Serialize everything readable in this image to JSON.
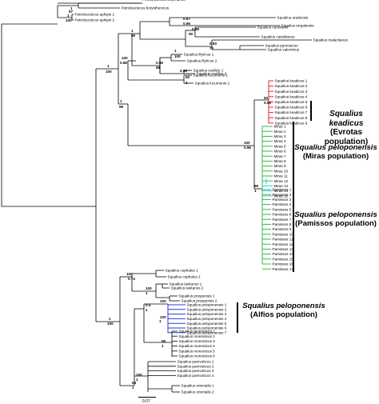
{
  "groups": [
    {
      "name": "Squalius keadicus",
      "population": "(Evrotas population)"
    },
    {
      "name": "Squalius peloponensis",
      "population": "(Miras population)"
    },
    {
      "name": "Squalius peloponensis",
      "population": "(Pamissos population)"
    },
    {
      "name": "Squalius peloponensis",
      "population": "(Alfios population)"
    }
  ],
  "scale_label": "0.07",
  "support_values": [
    "1",
    "97",
    "1",
    "100",
    "1",
    "100",
    "1",
    "100",
    "1",
    "99",
    "1",
    "99",
    "0.96",
    "68",
    "0.97",
    "0.96",
    "0.98",
    "90",
    "0.93",
    "70",
    "1",
    "100",
    "0.98",
    "100",
    "0.88",
    "60",
    "1",
    "100",
    "0.96",
    "93",
    "0.99",
    "96",
    "1",
    "100",
    "0.74",
    "54",
    "1",
    "100",
    "1",
    "100",
    "0.5",
    "1",
    "100",
    "1",
    "99",
    "1",
    "100",
    "1",
    "100"
  ],
  "tip_labels": {
    "outgroup": [
      "Petroleuciscus smyrnaeus",
      "Petroleuciscus borysthenicus",
      "Petroleuciscus aphipsi 1",
      "Petroleuciscus aphipsi 2"
    ],
    "upper": [
      "Squalius aradensis",
      "Squalius torgalensis",
      "Squalius carolitertii",
      "Squalius castellanus",
      "Squalius malacitanus",
      "Squalius pyrenaicus",
      "Squalius valentinus",
      "Squalius illyricus 1",
      "Squalius illyricus 2",
      "Squalius svallize 1",
      "Squalius svallize 2",
      "Squalius lucumonis 1",
      "Squalius lucumonis 2"
    ],
    "keadicus": [
      "Squalius keadicus 1",
      "Squalius keadicus 2",
      "Squalius keadicus 3",
      "Squalius keadicus 4",
      "Squalius keadicus 5",
      "Squalius keadicus 6",
      "Squalius keadicus 7",
      "Squalius keadicus 8",
      "Squalius keadicus 9"
    ],
    "miras": [
      "Miras 1",
      "Miras 2",
      "Miras 3",
      "Miras 4",
      "Miras 5",
      "Miras 6",
      "Miras 7",
      "Miras 8",
      "Miras 9",
      "Miras 10",
      "Miras 11",
      "Miras 12",
      "Miras 13",
      "Miras 14",
      "Miras 15"
    ],
    "pamissos": [
      "Pamissos 1",
      "Pamissos 2",
      "Pamissos 3",
      "Pamissos 4",
      "Pamissos 5",
      "Pamissos 6",
      "Pamissos 7",
      "Pamissos 8",
      "Pamissos 9",
      "Pamissos 10",
      "Pamissos 11",
      "Pamissos 12",
      "Pamissos 13",
      "Pamissos 14",
      "Pamissos 15",
      "Pamissos 16",
      "Pamissos 17"
    ],
    "lower": [
      "Squalius cephalus 1",
      "Squalius cephalus 2",
      "Squalius lasitanus 1",
      "Squalius lasitanus 2",
      "Squalius prespensis 1",
      "Squalius prespensis 2",
      "Squalius peloponensis 1",
      "Squalius peloponensis 2",
      "Squalius peloponensis 3",
      "Squalius peloponensis 4",
      "Squalius peloponensis 5",
      "Squalius peloponensis 6",
      "Squalius peloponensis 7",
      "Squalius moreoticus 1",
      "Squalius moreoticus 2",
      "Squalius moreoticus 3",
      "Squalius moreoticus 4",
      "Squalius moreoticus 5",
      "Squalius moreoticus 6",
      "Squalius pamvoticus 1",
      "Squalius pamvoticus 2",
      "Squalius pamvoticus 3",
      "Squalius pamvoticus 4",
      "Squalius orientalis 1",
      "Squalius orientalis 2"
    ]
  }
}
